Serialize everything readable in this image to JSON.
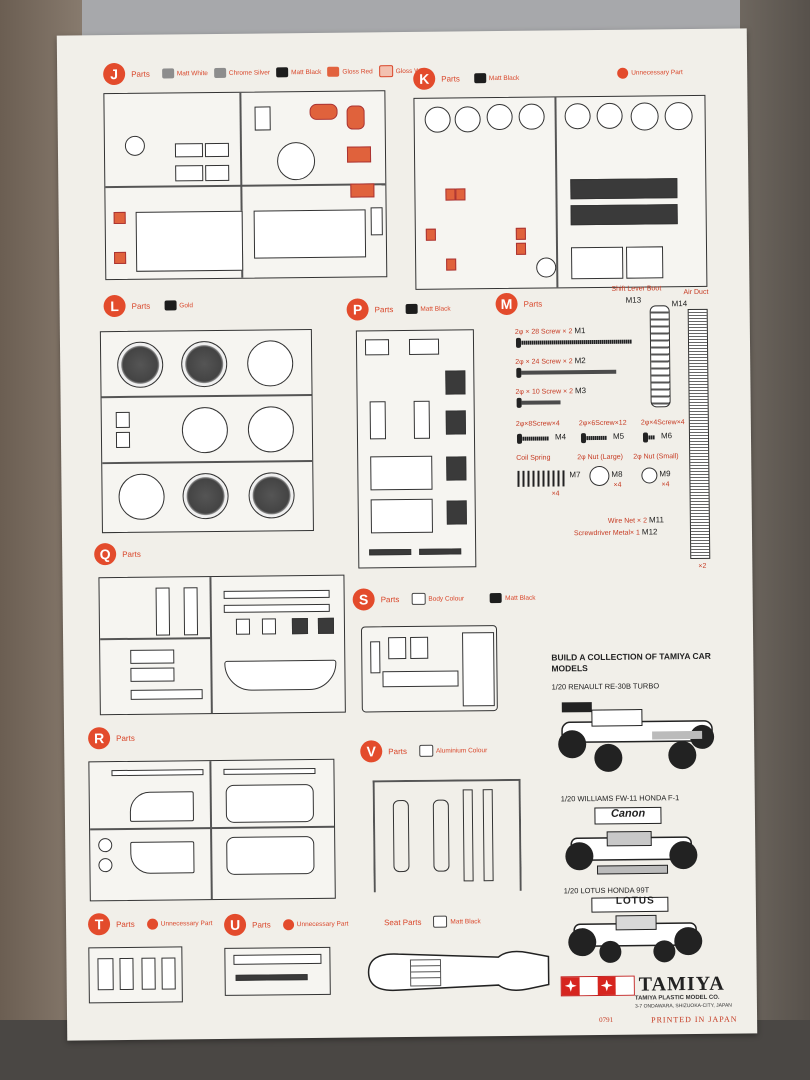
{
  "sections": {
    "J": {
      "letter": "J",
      "parts": "Parts",
      "legend": [
        {
          "icon": "gray",
          "text": "Matt White"
        },
        {
          "icon": "gray",
          "text": "Chrome Silver"
        },
        {
          "icon": "black",
          "text": "Matt Black"
        },
        {
          "icon": "red",
          "text": "Gloss Red"
        },
        {
          "icon": "red-outline",
          "text": "Gloss White"
        }
      ]
    },
    "K": {
      "letter": "K",
      "parts": "Parts",
      "legend": [
        {
          "icon": "black",
          "text": "Matt Black"
        }
      ],
      "unnecessary": "Unnecessary Part"
    },
    "L": {
      "letter": "L",
      "parts": "Parts",
      "legend": [
        {
          "icon": "black",
          "text": "Gold"
        }
      ]
    },
    "P": {
      "letter": "P",
      "parts": "Parts",
      "legend": [
        {
          "icon": "black",
          "text": "Matt Black"
        }
      ]
    },
    "M": {
      "letter": "M",
      "parts": "Parts"
    },
    "Q": {
      "letter": "Q",
      "parts": "Parts"
    },
    "S": {
      "letter": "S",
      "parts": "Parts",
      "legend": [
        {
          "icon": "outline",
          "text": "Body Colour"
        },
        {
          "icon": "black",
          "text": "Matt Black"
        }
      ]
    },
    "R": {
      "letter": "R",
      "parts": "Parts"
    },
    "V": {
      "letter": "V",
      "parts": "Parts",
      "legend": [
        {
          "icon": "outline",
          "text": "Aluminium Colour"
        }
      ]
    },
    "T": {
      "letter": "T",
      "parts": "Parts",
      "legend": [
        {
          "icon": "red-round",
          "text": "Unnecessary Part"
        }
      ]
    },
    "U": {
      "letter": "U",
      "parts": "Parts",
      "legend": [
        {
          "icon": "red-round",
          "text": "Unnecessary Part"
        }
      ]
    },
    "Seat": {
      "parts": "Seat Parts",
      "legend": [
        {
          "icon": "outline",
          "text": "Matt Black"
        }
      ]
    }
  },
  "m_parts": {
    "shift_lever_boot": "Shift Lever Boot",
    "air_duct": "Air Duct",
    "m13": "M13",
    "m14": "M14",
    "m1": "2φ × 28 Screw × 2",
    "m1_code": "M1",
    "m2": "2φ × 24 Screw × 2",
    "m2_code": "M2",
    "m3": "2φ × 10 Screw × 2",
    "m3_code": "M3",
    "m4": "2φ×8Screw×4",
    "m4_code": "M4",
    "m5": "2φ×6Screw×12",
    "m5_code": "M5",
    "m6": "2φ×4Screw×4",
    "m6_code": "M6",
    "m7": "Coil Spring",
    "m7_code": "M7",
    "m7_qty": "×4",
    "m8": "2φ Nut (Large)",
    "m8_code": "M8",
    "m8_qty": "×4",
    "m9": "2φ Nut (Small)",
    "m9_code": "M9",
    "m9_qty": "×4",
    "m11": "Wire Net × 2",
    "m11_code": "M11",
    "m12": "Screwdriver Metal× 1",
    "m12_code": "M12",
    "m14_qty": "×2"
  },
  "promo": {
    "heading": "BUILD A COLLECTION OF TAMIYA CAR MODELS",
    "car1": "1/20 RENAULT RE-30B TURBO",
    "car2": "1/20 WILLIAMS FW-11 HONDA F-1",
    "car3": "1/20 LOTUS HONDA 99T",
    "car2_sponsor": "Canon",
    "car3_sponsor": "LOTUS"
  },
  "brand": {
    "name": "TAMIYA",
    "company": "TAMIYA PLASTIC MODEL CO.",
    "address": "3-7 ONDAWARA, SHIZUOKA-CITY, JAPAN",
    "printed": "PRINTED IN JAPAN",
    "code": "0791"
  },
  "colors": {
    "accent": "#e34b2c",
    "ink": "#222222",
    "paper": "#f1efe9"
  }
}
